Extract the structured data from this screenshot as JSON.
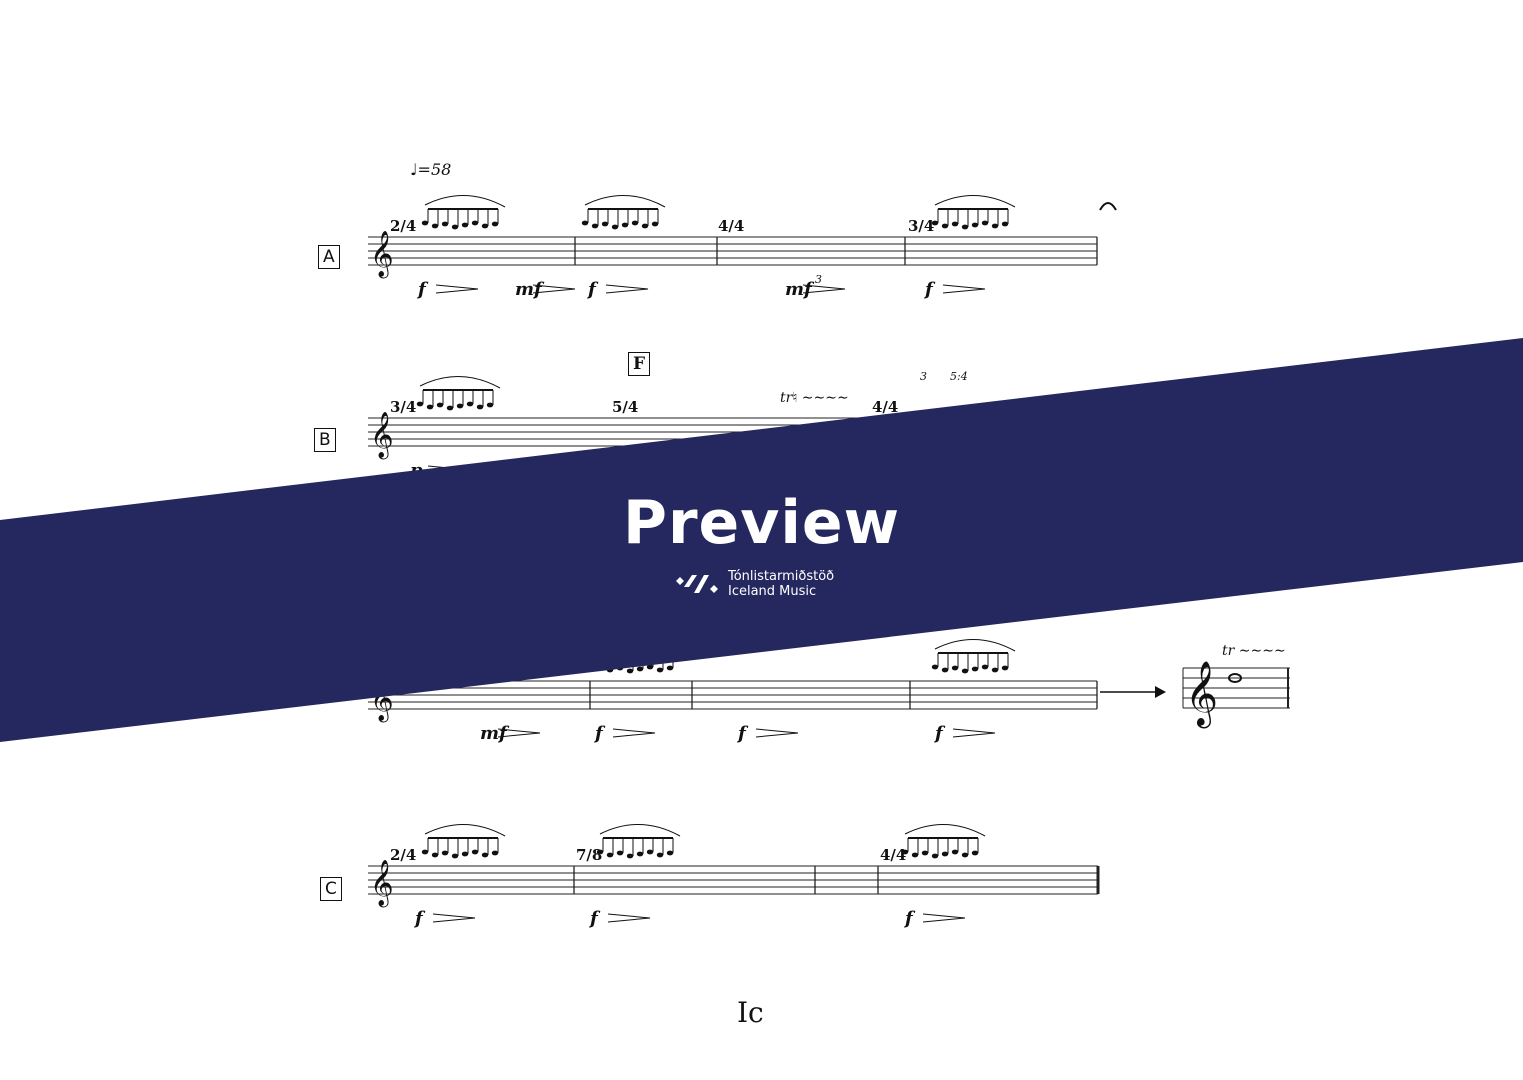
{
  "score": {
    "tempo": "♩=58",
    "rehearsal_marks": [
      "A",
      "B",
      "F",
      "C"
    ],
    "systems": [
      {
        "label": "A",
        "time_signatures": [
          "2/4",
          "4/4",
          "3/4"
        ],
        "dynamics": [
          "f",
          "mf",
          "f",
          "mf",
          "f"
        ],
        "tuplets": [
          "3"
        ]
      },
      {
        "label": "B",
        "time_signatures": [
          "3/4",
          "5/4",
          "4/4"
        ],
        "dynamics": [
          "p"
        ],
        "tuplets": [
          "3",
          "5:4"
        ],
        "ornaments": [
          "tr♮"
        ]
      },
      {
        "label": "",
        "time_signatures": [],
        "dynamics": [
          "mf",
          "f",
          "f",
          "f"
        ],
        "ornaments": [
          "tr"
        ]
      },
      {
        "label": "C",
        "time_signatures": [
          "2/4",
          "7/8",
          "4/4"
        ],
        "dynamics": [
          "f",
          "f",
          "f"
        ]
      }
    ],
    "page_number": "Ic"
  },
  "banner": {
    "title": "Preview",
    "logo_line1": "Tónlistarmiðstöð",
    "logo_line2": "Iceland Music",
    "color": "#24285f"
  }
}
